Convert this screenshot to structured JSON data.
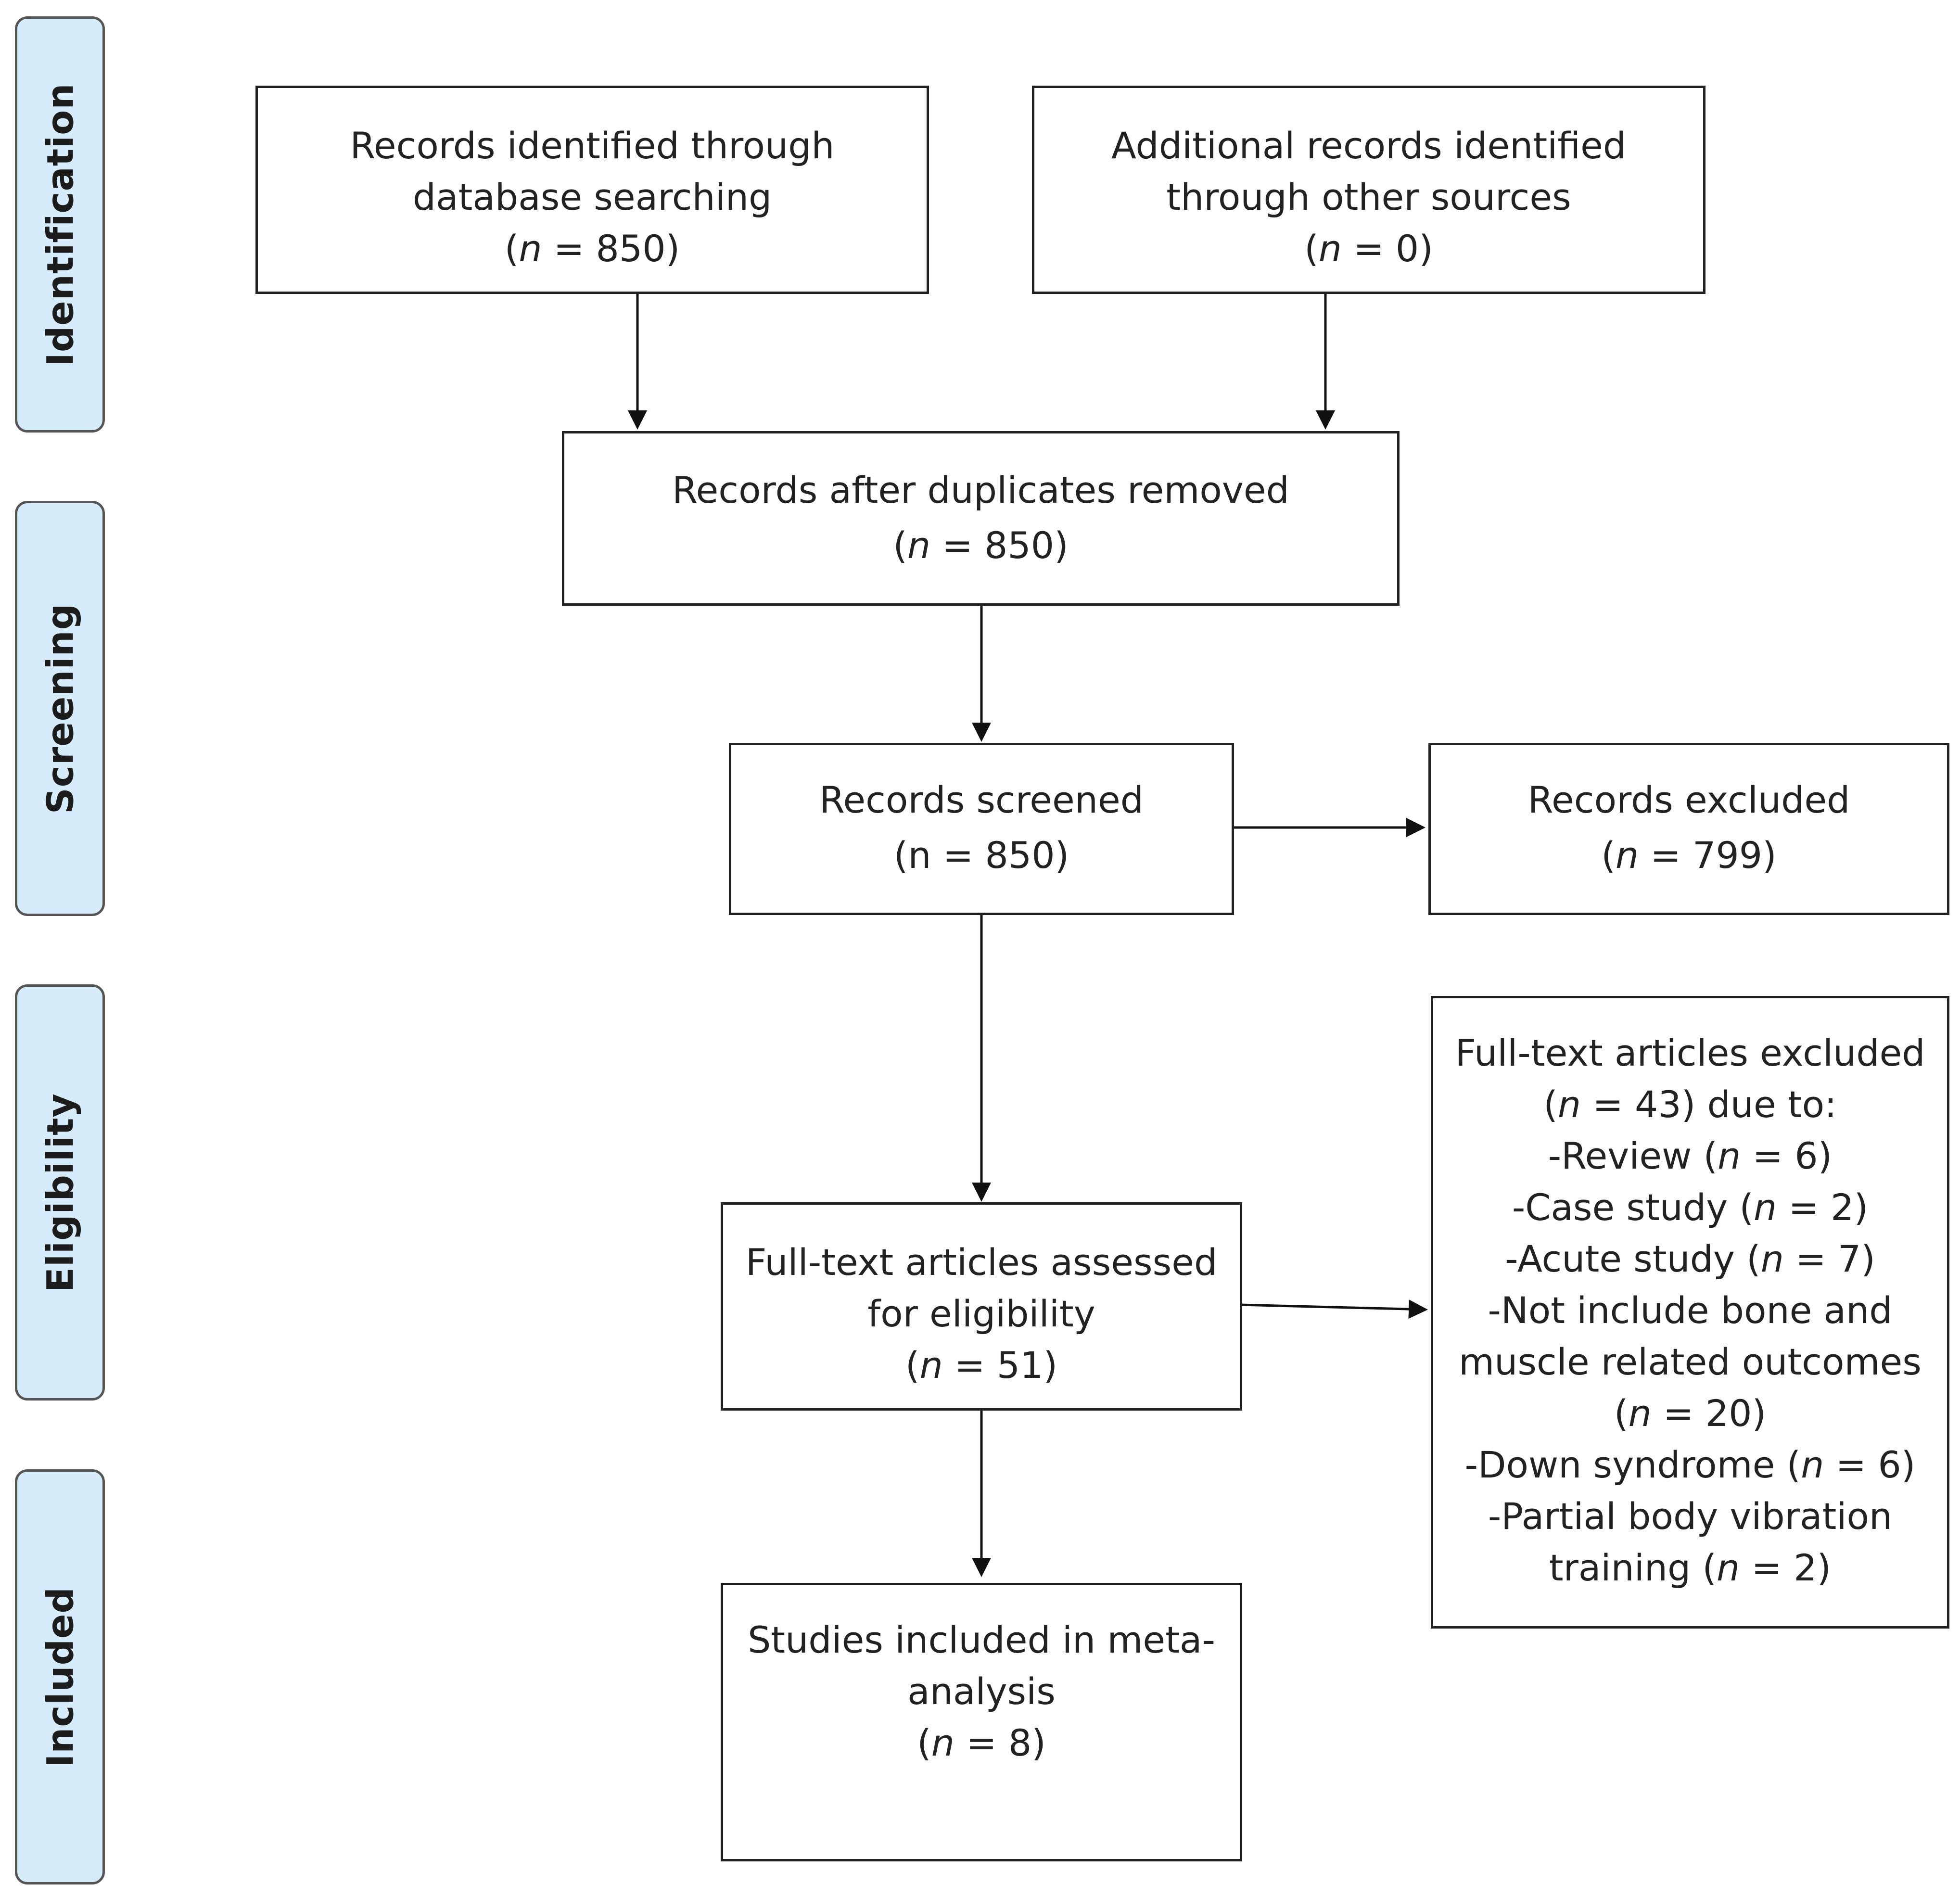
{
  "stages": {
    "identification": "Identification",
    "screening": "Screening",
    "eligibility": "Eligibility",
    "included": "Included"
  },
  "boxes": {
    "database": {
      "line1": "Records identified through",
      "line2": "database searching",
      "count": {
        "pre": "(",
        "var": "n",
        "post": " = 850)"
      }
    },
    "other_sources": {
      "line1": "Additional records identified",
      "line2": "through other sources",
      "count": {
        "pre": "(",
        "var": "n",
        "post": " = 0)"
      }
    },
    "duplicates_removed": {
      "line1": "Records after duplicates removed",
      "count": {
        "pre": "(",
        "var": "n",
        "post": " = 850)"
      }
    },
    "screened": {
      "line1": "Records screened",
      "line2": "(n = 850)"
    },
    "excluded": {
      "line1": "Records excluded",
      "count": {
        "pre": "(",
        "var": "n",
        "post": " = 799)"
      }
    },
    "fulltext_assessed": {
      "line1": "Full-text articles assessed",
      "line2": "for eligibility",
      "count": {
        "pre": "(",
        "var": "n",
        "post": " = 51)"
      }
    },
    "fulltext_excluded": {
      "line1": "Full-text articles excluded",
      "l2": {
        "pre": "(",
        "var": "n",
        "post": " = 43) due to:"
      },
      "l3": {
        "pre": "-Review (",
        "var": "n",
        "post": " = 6)"
      },
      "l4": {
        "pre": "-Case study (",
        "var": "n",
        "post": " = 2)"
      },
      "l5": {
        "pre": "-Acute study (",
        "var": "n",
        "post": " = 7)"
      },
      "l6": "-Not include bone and",
      "l7": "muscle related outcomes",
      "l8": {
        "pre": "(",
        "var": "n",
        "post": " = 20)"
      },
      "l9": {
        "pre": "-Down syndrome (",
        "var": "n",
        "post": " = 6)"
      },
      "l10": "-Partial body vibration",
      "l11": {
        "pre": "training (",
        "var": "n",
        "post": " = 2)"
      }
    },
    "included": {
      "line1": "Studies included in meta-",
      "line2": "analysis",
      "count": {
        "pre": "(",
        "var": "n",
        "post": " = 8)"
      }
    }
  },
  "colors": {
    "stage_fill": "#d6ecfb",
    "stage_border": "#555555",
    "box_border": "#222222",
    "arrow": "#111111"
  }
}
